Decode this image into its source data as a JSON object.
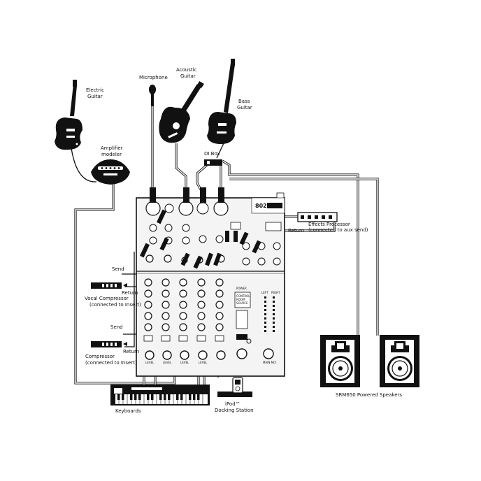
{
  "labels": {
    "electric_guitar": [
      "Electric",
      "Guitar"
    ],
    "microphone": "Microphone",
    "acoustic_guitar": [
      "Acoustic",
      "Guitar"
    ],
    "bass_guitar": [
      "Bass",
      "Guitar"
    ],
    "amplifier_modeler": [
      "Amplifier",
      "modeler"
    ],
    "di_box": "DI Box",
    "effects_processor": [
      "Effects Processor",
      "(connected to aux send)"
    ],
    "effects_return": "Return",
    "vocal_compressor": [
      "Vocal Compressor",
      "(connected to Insert)"
    ],
    "vocal_send": "Send",
    "vocal_return": "Return",
    "compressor": [
      "Compressor",
      "(connected to Insert)"
    ],
    "comp_send": "Send",
    "comp_return": "Return",
    "keyboards": "Keyboards",
    "ipod_dock": [
      "iPod™",
      "Docking Station"
    ],
    "speakers": "SRM650 Powered Speakers"
  },
  "mixer": {
    "logo": "802",
    "strip_labels": [
      "LEVEL",
      "LEVEL",
      "LEVEL",
      "LEVEL"
    ],
    "control_room": [
      "CONTROL",
      "ROOM",
      "SOURCE"
    ],
    "meter_labels": [
      "LEFT",
      "RIGHT"
    ],
    "main_mix": "MAIN MIX",
    "power": "POWER"
  },
  "colors": {
    "ink": "#111111",
    "paper": "#ffffff",
    "panel": "#f4f4f4"
  }
}
